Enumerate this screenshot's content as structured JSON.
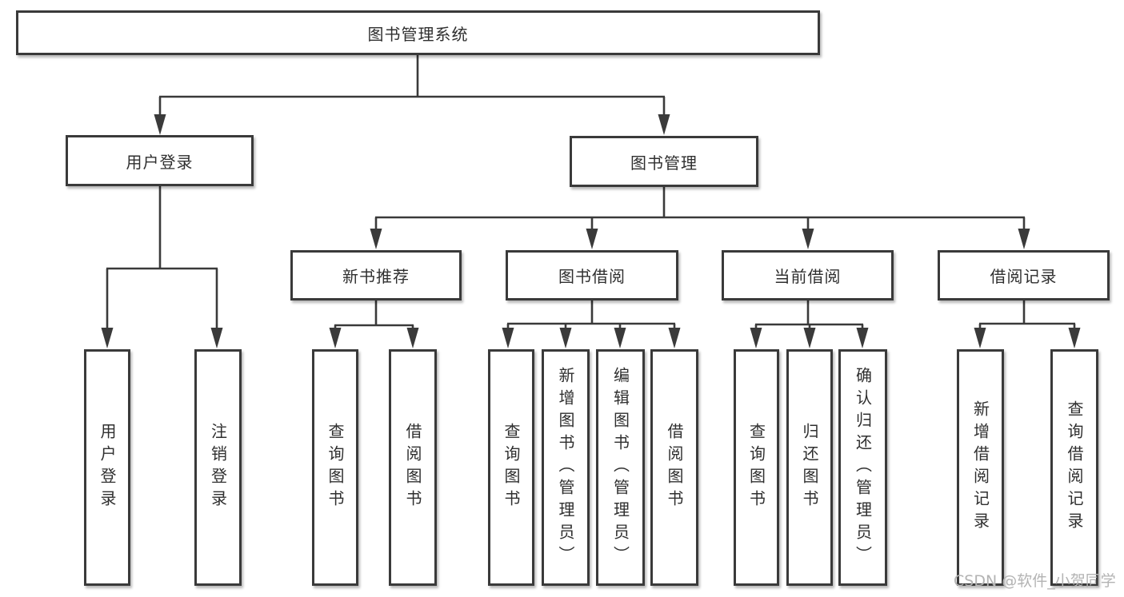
{
  "tree": {
    "root": {
      "label": "图书管理系统",
      "children": [
        {
          "label": "用户登录",
          "children": [
            {
              "label": "用户登录"
            },
            {
              "label": "注销登录"
            }
          ]
        },
        {
          "label": "图书管理",
          "children": [
            {
              "label": "新书推荐",
              "children": [
                {
                  "label": "查询图书"
                },
                {
                  "label": "借阅图书"
                }
              ]
            },
            {
              "label": "图书借阅",
              "children": [
                {
                  "label": "查询图书"
                },
                {
                  "label": "新增图书（管理员）"
                },
                {
                  "label": "编辑图书（管理员）"
                },
                {
                  "label": "借阅图书"
                }
              ]
            },
            {
              "label": "当前借阅",
              "children": [
                {
                  "label": "查询图书"
                },
                {
                  "label": "归还图书"
                },
                {
                  "label": "确认归还（管理员）"
                }
              ]
            },
            {
              "label": "借阅记录",
              "children": [
                {
                  "label": "新增借阅记录"
                },
                {
                  "label": "查询借阅记录"
                }
              ]
            }
          ]
        }
      ]
    }
  },
  "watermark": "CSDN @软件_小贺同学",
  "colors": {
    "line": "#3a3a3a",
    "text": "#2f2f2f",
    "box_fill": "#ffffff",
    "background": "#ffffff",
    "watermark": "#b3b3b3"
  }
}
